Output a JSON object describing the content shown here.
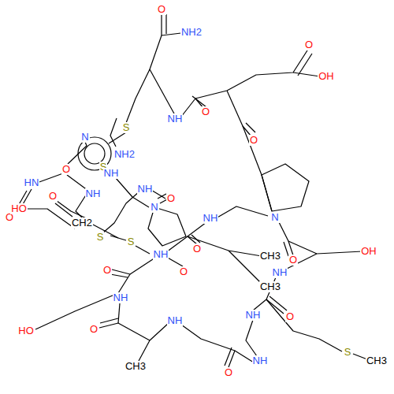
{
  "diagram": {
    "labels": [
      "O",
      "NH2",
      "O",
      "OH",
      "S",
      "N",
      "NH",
      "O",
      "NH2",
      "S",
      "HN",
      "O",
      "NH",
      "O",
      "O",
      "NH",
      "NH",
      "N",
      "O",
      "CH2",
      "HO",
      "S",
      "S",
      "NH",
      "O",
      "N",
      "O",
      "O",
      "OH",
      "NH",
      "CH3",
      "CH3",
      "O",
      "NH",
      "O",
      "NH",
      "HO",
      "O",
      "NH",
      "O",
      "NH",
      "CH3",
      "S",
      "CH3",
      "O",
      "NH"
    ]
  }
}
